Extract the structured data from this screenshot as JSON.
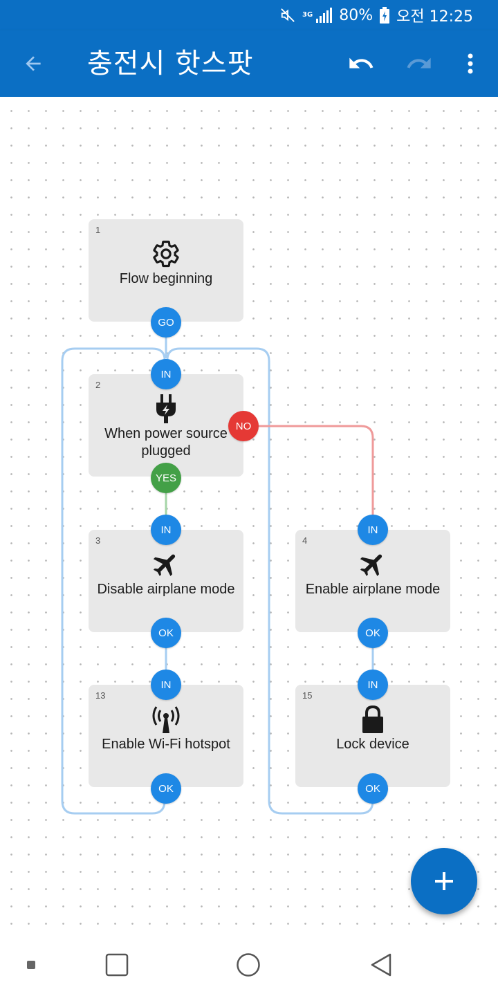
{
  "status_bar": {
    "icons": [
      "mute-icon",
      "3g-icon",
      "signal-icon",
      "battery-charging-icon"
    ],
    "network": "3G",
    "battery": "80%",
    "time": "오전 12:25"
  },
  "app_bar": {
    "title": "충전시 핫스팟",
    "icons": [
      "arrow-left-icon",
      "undo-icon",
      "redo-icon",
      "more-vert-icon"
    ]
  },
  "colors": {
    "primary": "#0b6fc4",
    "port_blue": "#1e88e5",
    "port_red": "#e53935",
    "port_green": "#43a047",
    "block_bg": "#e8e8e8",
    "wire_blue": "#a6cdf1",
    "wire_red": "#ef9a9a",
    "wire_green": "#a5d6a7"
  },
  "blocks": {
    "b1": {
      "num": "1",
      "label": "Flow beginning",
      "icon": "gear-icon",
      "out": "GO"
    },
    "b2": {
      "num": "2",
      "label": "When power source plugged",
      "icon": "power-plug-icon",
      "in": "IN",
      "no": "NO",
      "yes": "YES"
    },
    "b3": {
      "num": "3",
      "label": "Disable airplane mode",
      "icon": "airplane-icon",
      "in": "IN",
      "ok": "OK"
    },
    "b4": {
      "num": "4",
      "label": "Enable airplane mode",
      "icon": "airplane-icon",
      "in": "IN",
      "ok": "OK"
    },
    "b13": {
      "num": "13",
      "label": "Enable Wi-Fi hotspot",
      "icon": "wifi-tethering-icon",
      "in": "IN",
      "ok": "OK"
    },
    "b15": {
      "num": "15",
      "label": "Lock device",
      "icon": "lock-icon",
      "in": "IN",
      "ok": "OK"
    }
  },
  "fab": {
    "icon": "plus-icon"
  },
  "nav_bar": {
    "icons": [
      "recents-dot-icon",
      "square-icon",
      "circle-home-icon",
      "triangle-back-icon"
    ]
  }
}
